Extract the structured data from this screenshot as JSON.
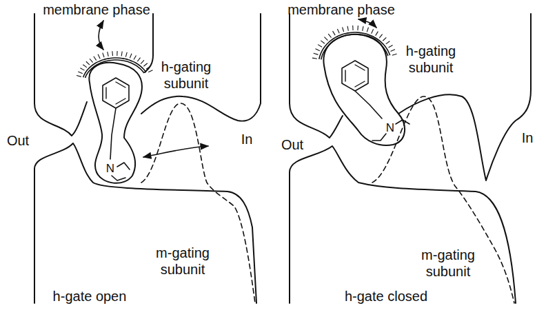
{
  "diagram": {
    "labels": [
      "membrane phase",
      "h-gating subunit",
      "Out",
      "In",
      "N",
      "m-gating subunit",
      "h-gate open",
      "membrane phase",
      "h-gating subunit",
      "Out",
      "In",
      "N",
      "m-gating subunit",
      "h-gate closed"
    ]
  }
}
